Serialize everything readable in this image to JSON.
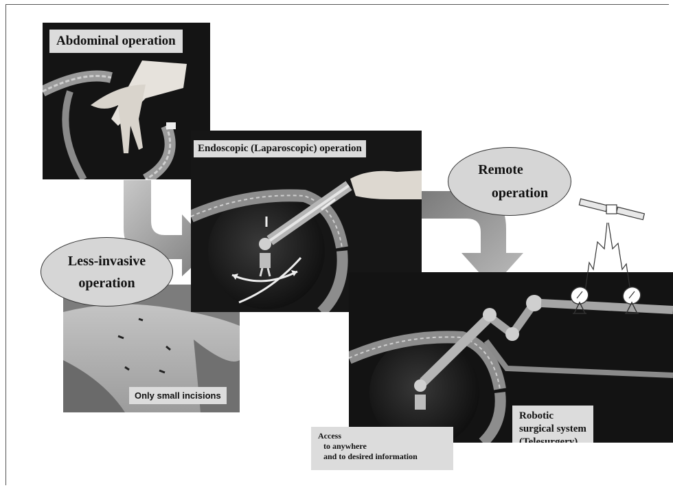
{
  "labels": {
    "abdominal": "Abdominal operation",
    "endoscopic": "Endoscopic (Laparoscopic) operation",
    "remote_line1": "Remote",
    "remote_line2": "operation",
    "less_invasive_line1": "Less-invasive",
    "less_invasive_line2": "operation",
    "small_incisions": "Only small incisions",
    "access_line1": "Access",
    "access_line2": "to anywhere",
    "access_line3": "and to desired information",
    "robotic_line1": "Robotic",
    "robotic_line2": "surgical system",
    "robotic_line3": "(Telesurgery)"
  },
  "colors": {
    "photo_bg": "#141414",
    "label_bg": "#dcdcdc",
    "ellipse_bg": "#d6d6d6",
    "arrow": "#9a9a9a"
  },
  "icons": [
    "satellite-icon",
    "satellite-dish-icon"
  ]
}
